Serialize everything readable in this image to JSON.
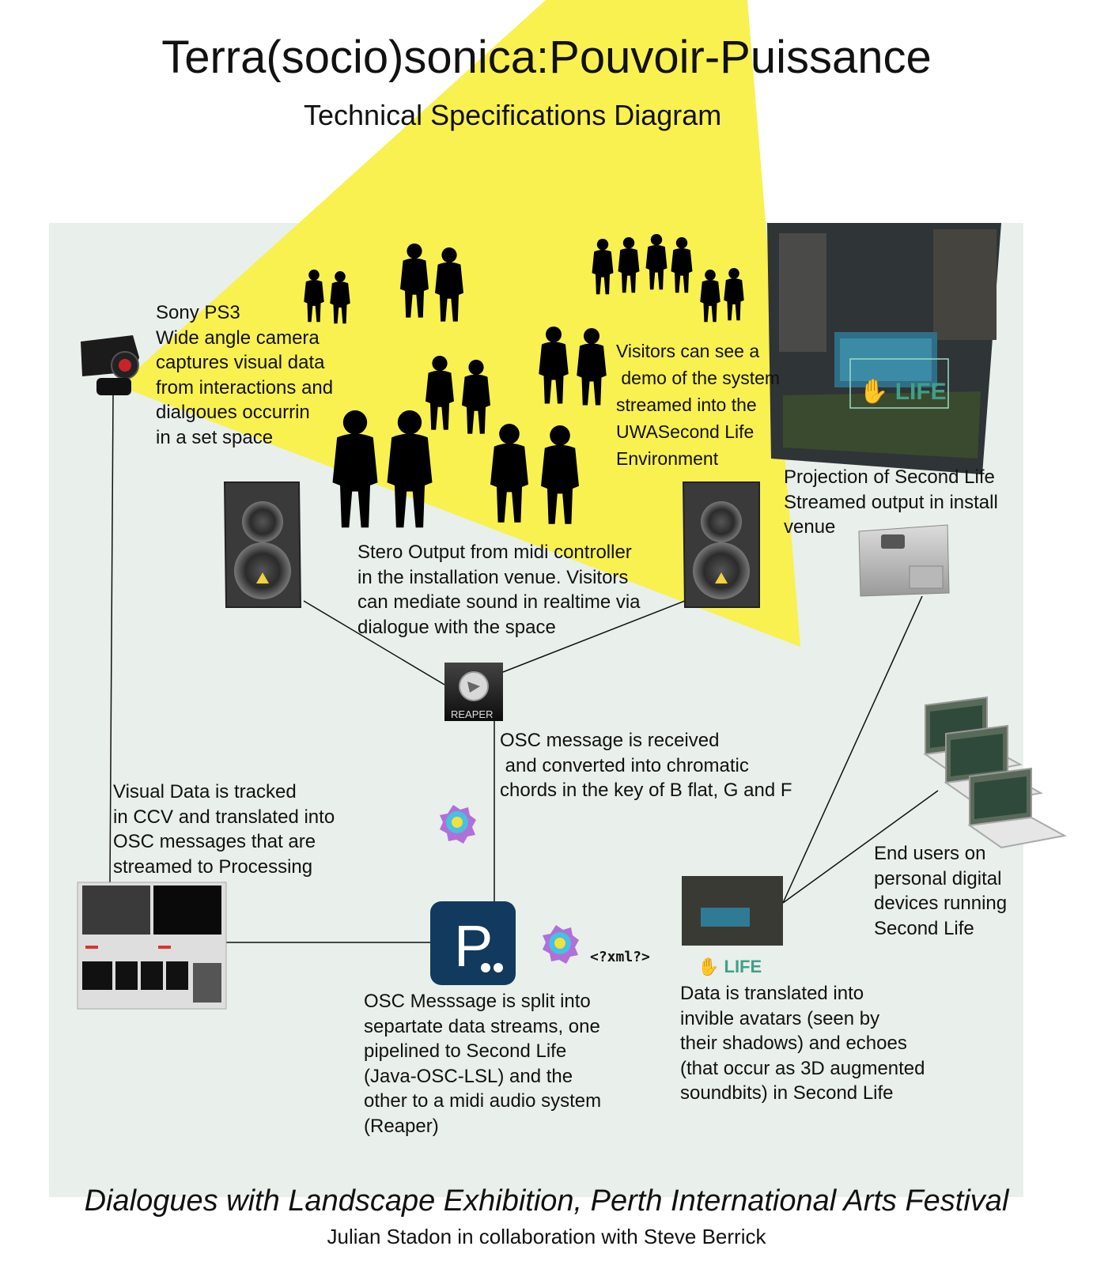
{
  "title": "Terra(socio)sonica:Pouvoir-Puissance",
  "subtitle": "Technical Specifications Diagram",
  "footer": {
    "exhibition": "Dialogues with Landscape Exhibition, Perth International Arts Festival",
    "credits": "Julian Stadon in collaboration with Steve Berrick"
  },
  "labels": {
    "camera": "Sony PS3\nWide angle camera\ncaptures visual data\nfrom interactions and\ndialgoues occurrin\nin a set space",
    "visitors": "Visitors can see a\n demo of the system\nstreamed into the\nUWASecond Life\nEnvironment",
    "projection": "Projection of Second Life\nStreamed output in install\nvenue",
    "stereo": "Stero Output from midi controller\nin the installation venue. Visitors\ncan mediate sound in realtime via\ndialogue with the space",
    "osc_received": "OSC message is received\n and converted into chromatic\nchords in the key of B flat, G and F",
    "visual_data": "Visual Data is tracked\nin CCV and translated into\nOSC messages that are\nstreamed to Processing",
    "end_users": "End users on\npersonal digital\ndevices running\nSecond Life",
    "osc_split": "OSC Messsage is split into\nsepartate data streams, one\npipelined to Second Life\n(Java-OSC-LSL) and the\nother to a midi audio system\n(Reaper)",
    "data_translated": "Data is translated into\ninvible avatars (seen by\ntheir shadows) and echoes\n(that occur as 3D augmented\nsoundbits) in Second Life"
  },
  "xml_tag": "<?xml?>",
  "reaper_label": "REAPER",
  "colors": {
    "panel": "#e9efea",
    "projection_beam": "#f8f150",
    "lines": "#111111",
    "processing_blue": "#123a5e",
    "second_life_green": "#3fa08a"
  }
}
